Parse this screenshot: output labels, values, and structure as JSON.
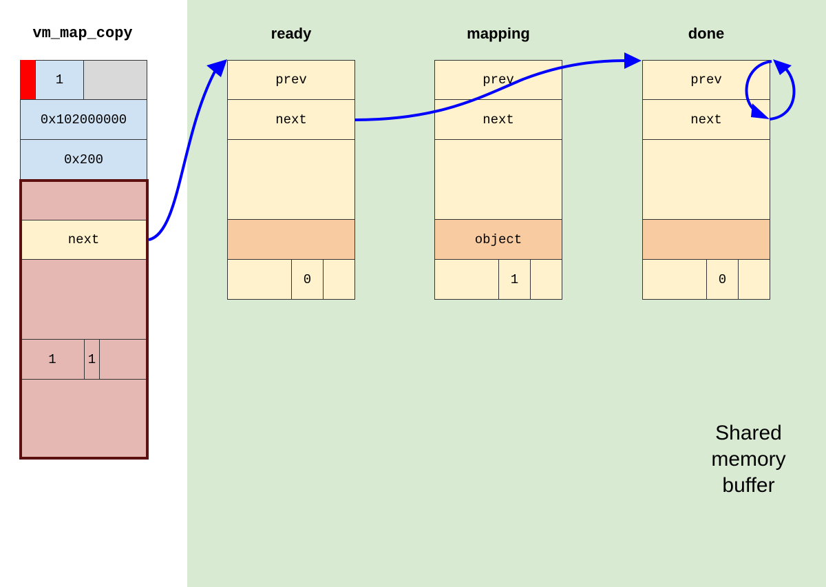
{
  "vm_map_copy": {
    "title": "vm_map_copy",
    "type_value": "1",
    "offset_value": "0x102000000",
    "size_value": "0x200",
    "next_label": "next",
    "bottom_left_value": "1",
    "bottom_mid_value": "1"
  },
  "entries": [
    {
      "title": "ready",
      "prev_label": "prev",
      "next_label": "next",
      "object_label": "",
      "flag_value": "0"
    },
    {
      "title": "mapping",
      "prev_label": "prev",
      "next_label": "next",
      "object_label": "object",
      "flag_value": "1"
    },
    {
      "title": "done",
      "prev_label": "prev",
      "next_label": "next",
      "object_label": "",
      "flag_value": "0"
    }
  ],
  "shared_region_label": "Shared memory buffer",
  "colors": {
    "shared_region_bg": "#d9ead3",
    "arrow": "#0000ff",
    "copy_outline": "#5c1010",
    "highlight_red": "#ff0000"
  }
}
